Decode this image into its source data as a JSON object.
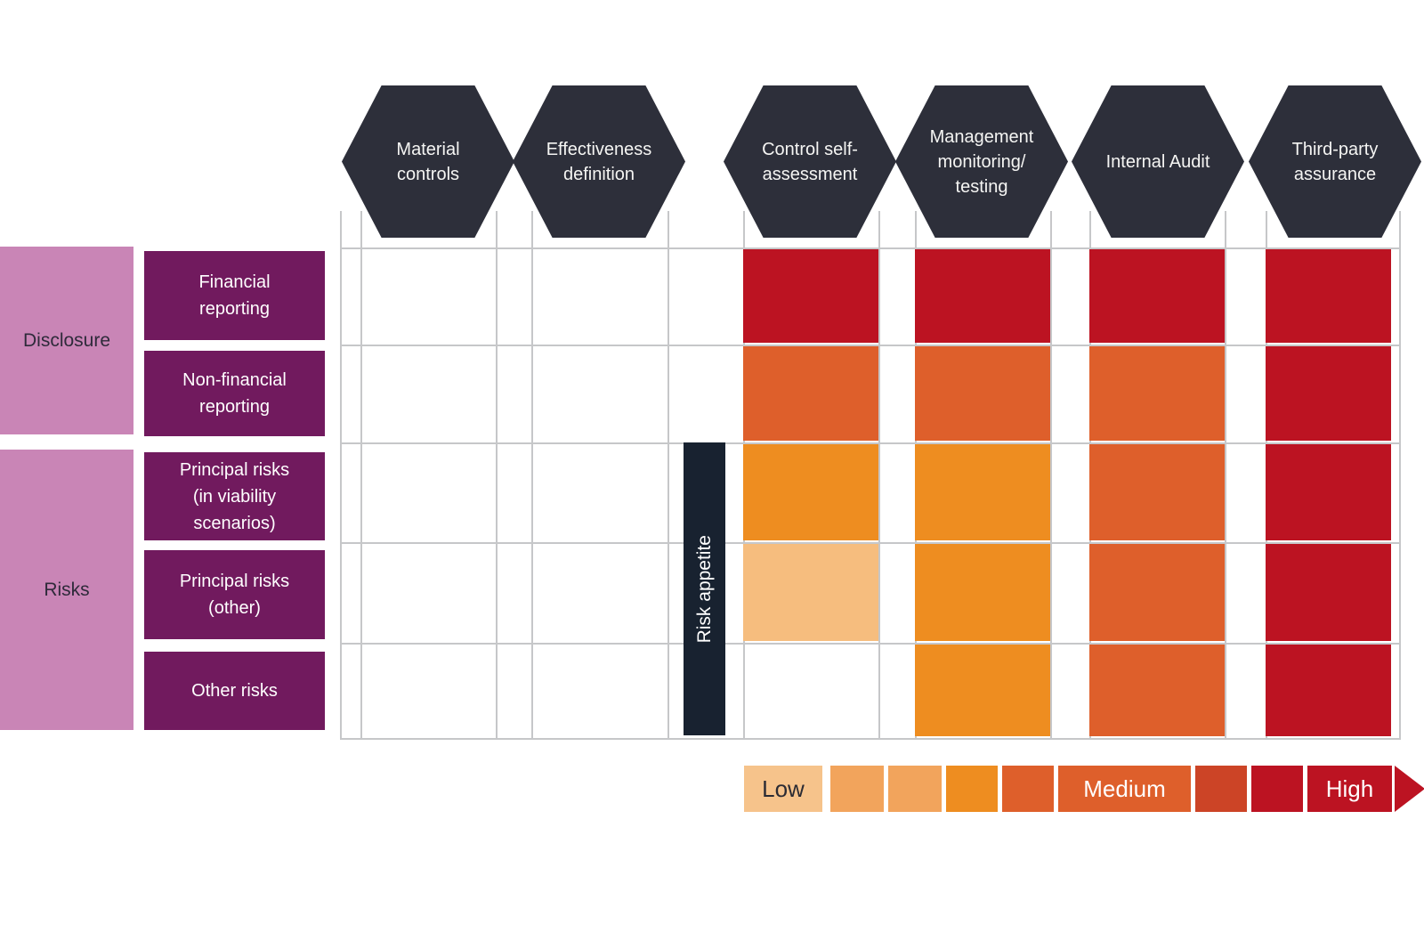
{
  "palette": {
    "header_hex": "#2d2f3a",
    "risk_appetite_bar": "#182230",
    "group_box": "#c985b6",
    "row_box": "#711a5e",
    "grid_line": "#c6c7c9",
    "dark_text": "#2e2a3a",
    "levels": {
      "low": "#f6bd7e",
      "low_med": "#f2a45c",
      "medium": "#ee8d20",
      "med_high": "#de5f2b",
      "high_med": "#cc4426",
      "high": "#bc1322"
    }
  },
  "columns": [
    {
      "label": "Material controls"
    },
    {
      "label": "Effectiveness definition"
    },
    {
      "label": "Control self-assessment"
    },
    {
      "label": "Management monitoring/ testing"
    },
    {
      "label": "Internal Audit"
    },
    {
      "label": "Third-party assurance"
    }
  ],
  "row_groups": [
    {
      "label": "Disclosure",
      "rows": [
        "Financial reporting",
        "Non-financial reporting"
      ]
    },
    {
      "label": "Risks",
      "rows": [
        "Principal risks (in viability scenarios)",
        "Principal risks (other)",
        "Other risks"
      ]
    }
  ],
  "risk_appetite_label": "Risk appetite",
  "matrix": [
    [
      null,
      null,
      "high",
      "high",
      "high",
      "high"
    ],
    [
      null,
      null,
      "med_high",
      "med_high",
      "med_high",
      "high"
    ],
    [
      null,
      null,
      "medium",
      "medium",
      "med_high",
      "high"
    ],
    [
      null,
      null,
      "low",
      "medium",
      "med_high",
      "high"
    ],
    [
      null,
      null,
      null,
      "medium",
      "med_high",
      "high"
    ]
  ],
  "legend": {
    "segments": [
      {
        "label": "Low",
        "color": "#f6c38b",
        "text_color": "#2b2b33"
      },
      {
        "label": "",
        "color": "#f2a45c",
        "text_color": "#ffffff"
      },
      {
        "label": "",
        "color": "#f2a45c",
        "text_color": "#ffffff"
      },
      {
        "label": "",
        "color": "#ee8d20",
        "text_color": "#ffffff"
      },
      {
        "label": "",
        "color": "#de5f2b",
        "text_color": "#ffffff"
      },
      {
        "label": "Medium",
        "color": "#de5f2b",
        "text_color": "#ffffff"
      },
      {
        "label": "",
        "color": "#cc4426",
        "text_color": "#ffffff"
      },
      {
        "label": "",
        "color": "#bc1322",
        "text_color": "#ffffff"
      },
      {
        "label": "High",
        "color": "#bc1322",
        "text_color": "#ffffff"
      }
    ],
    "arrow_color": "#bc1322"
  }
}
